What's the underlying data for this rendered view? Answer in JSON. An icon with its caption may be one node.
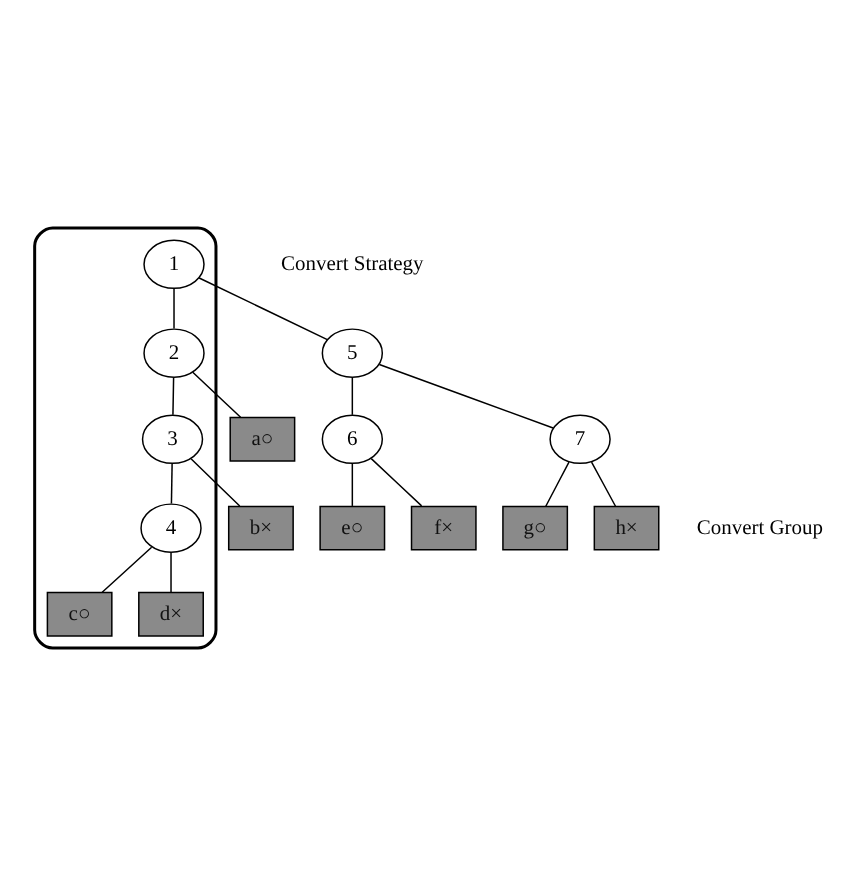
{
  "diagram": {
    "nodes": [
      {
        "text": [],
        "shape": "band"
      },
      {
        "text": [
          "1"
        ],
        "in": 0
      },
      {
        "text": [
          "2"
        ],
        "in": 0
      },
      {
        "text": [
          "a○"
        ]
      },
      {
        "text": [
          "3"
        ],
        "in": 0
      },
      {
        "text": [
          "b×"
        ]
      },
      {
        "text": [
          "4"
        ],
        "in": 0
      },
      {
        "text": [
          "c○"
        ],
        "in": 0
      },
      {
        "text": [
          "d×"
        ],
        "in": 0
      },
      {
        "text": [
          "5"
        ]
      },
      {
        "text": [
          "6"
        ]
      },
      {
        "text": [
          "7"
        ]
      },
      {
        "text": [
          "e○"
        ]
      },
      {
        "text": [
          "f×"
        ]
      },
      {
        "text": [
          "g○"
        ]
      },
      {
        "text": [
          "h×"
        ]
      }
    ],
    "edges": [
      {
        "from": 1,
        "to": 2,
        "arrow": "none"
      },
      {
        "from": 1,
        "to": 9,
        "arrow": "none"
      },
      {
        "from": 2,
        "to": 3,
        "arrow": "none"
      },
      {
        "from": 2,
        "to": 4,
        "arrow": "none"
      },
      {
        "from": 4,
        "to": 5,
        "arrow": "none"
      },
      {
        "from": 4,
        "to": 6,
        "arrow": "none"
      },
      {
        "from": 6,
        "to": 7,
        "arrow": "none"
      },
      {
        "from": 6,
        "to": 8,
        "arrow": "none"
      },
      {
        "from": 9,
        "to": 10,
        "arrow": "none"
      },
      {
        "from": 9,
        "to": 11,
        "arrow": "none"
      },
      {
        "from": 10,
        "to": 12,
        "arrow": "none"
      },
      {
        "from": 10,
        "to": 13,
        "arrow": "none"
      },
      {
        "from": 11,
        "to": 14,
        "arrow": "none"
      },
      {
        "from": 11,
        "to": 15,
        "arrow": "none"
      }
    ],
    "labels": [
      "Convert Strategy",
      "Convert Group"
    ]
  }
}
